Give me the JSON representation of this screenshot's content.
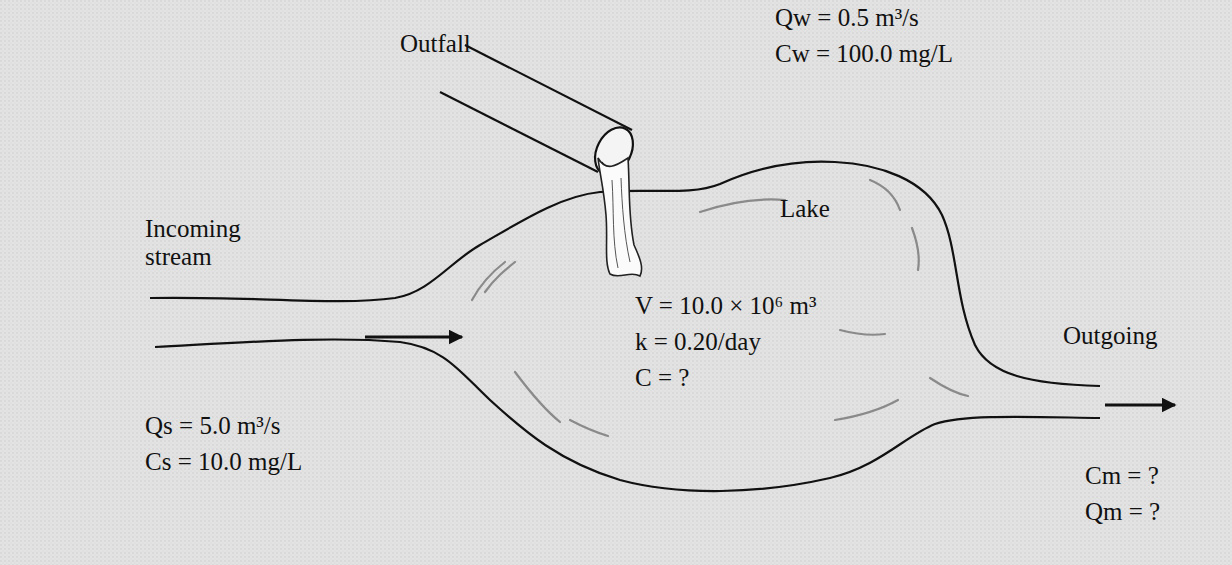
{
  "diagram": {
    "labels": [
      "Outfall",
      "Qw = 0.5 m³/s",
      "Cw = 100.0 mg/L",
      "Lake",
      "Incoming stream",
      "V = 10.0 × 10⁶ m³",
      "k = 0.20/day",
      "C = ?",
      "Outgoing",
      "Qs = 5.0 m³/s",
      "Cs = 10.0 mg/L",
      "Cm = ?",
      "Qm = ?"
    ]
  }
}
